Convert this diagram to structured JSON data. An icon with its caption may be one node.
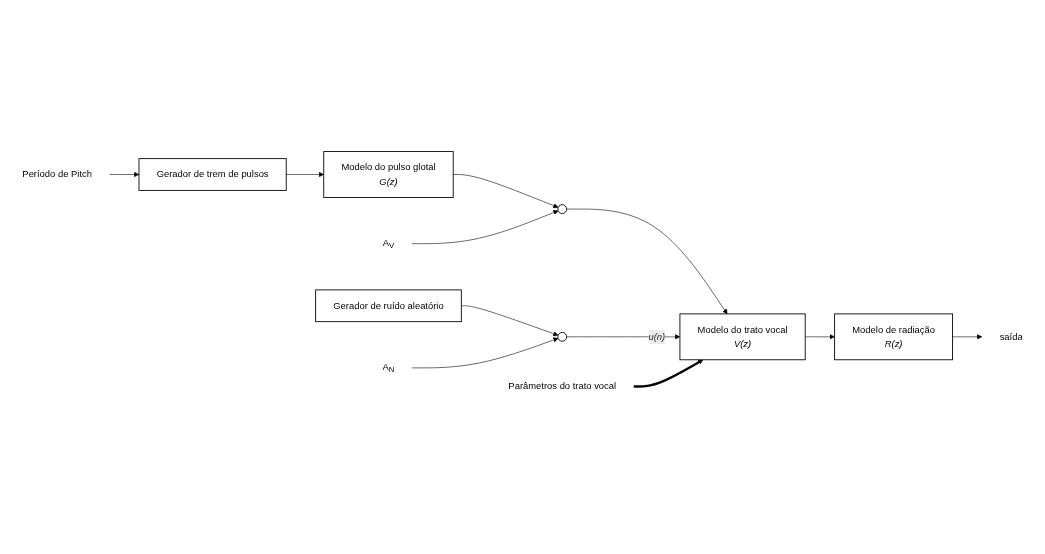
{
  "diagram": {
    "nodes": [
      {
        "text": [
          "Período de Pitch"
        ]
      },
      {
        "text": [
          "Gerador de trem de pulsos"
        ]
      },
      {
        "text": [
          "Modelo do pulso glotal",
          "*G(z)*"
        ]
      },
      {
        "text": [],
        "shape": "circle"
      },
      {
        "text": [
          "A$_{V}$"
        ]
      },
      {
        "text": [
          "Gerador de ruído aleatório"
        ]
      },
      {
        "text": [],
        "shape": "circle"
      },
      {
        "text": [
          "A$_{N}$"
        ]
      },
      {
        "text": [
          "Modelo do trato vocal",
          "*V(z)*"
        ]
      },
      {
        "text": [
          "Parâmetros do trato vocal"
        ]
      },
      {
        "text": [
          "Modelo de radiação",
          "*R(z)*"
        ]
      },
      {
        "text": [
          "saída"
        ]
      }
    ],
    "edges": [
      {
        "from": 0,
        "to": 1,
        "arrow": "to"
      },
      {
        "from": 1,
        "to": 2,
        "arrow": "to"
      },
      {
        "from": 2,
        "to": 3,
        "arrow": "to"
      },
      {
        "from": 4,
        "to": 3,
        "arrow": "to"
      },
      {
        "from": 5,
        "to": 6,
        "arrow": "to"
      },
      {
        "from": 7,
        "to": 6,
        "arrow": "to"
      },
      {
        "from": 3,
        "to": 8,
        "arrow": "to"
      },
      {
        "from": 6,
        "to": 8,
        "arrow": "to",
        "label": "*u(n)*"
      },
      {
        "from": 9,
        "to": 8,
        "arrow": "to",
        "style": "thick"
      },
      {
        "from": 8,
        "to": 10,
        "arrow": "to"
      },
      {
        "from": 10,
        "to": 11,
        "arrow": "to"
      }
    ]
  }
}
